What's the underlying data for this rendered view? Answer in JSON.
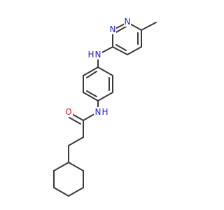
{
  "atoms": {
    "methyl_n1": "N",
    "methyl_n2": "N",
    "amine_n": "N",
    "amine_h": "H",
    "amide_n": "N",
    "amide_h": "H",
    "carbonyl_o": "O"
  },
  "colors": {
    "nitrogen": "#2020d0",
    "oxygen": "#e02020",
    "bond": "#3a3a3a",
    "background": "#ffffff"
  }
}
